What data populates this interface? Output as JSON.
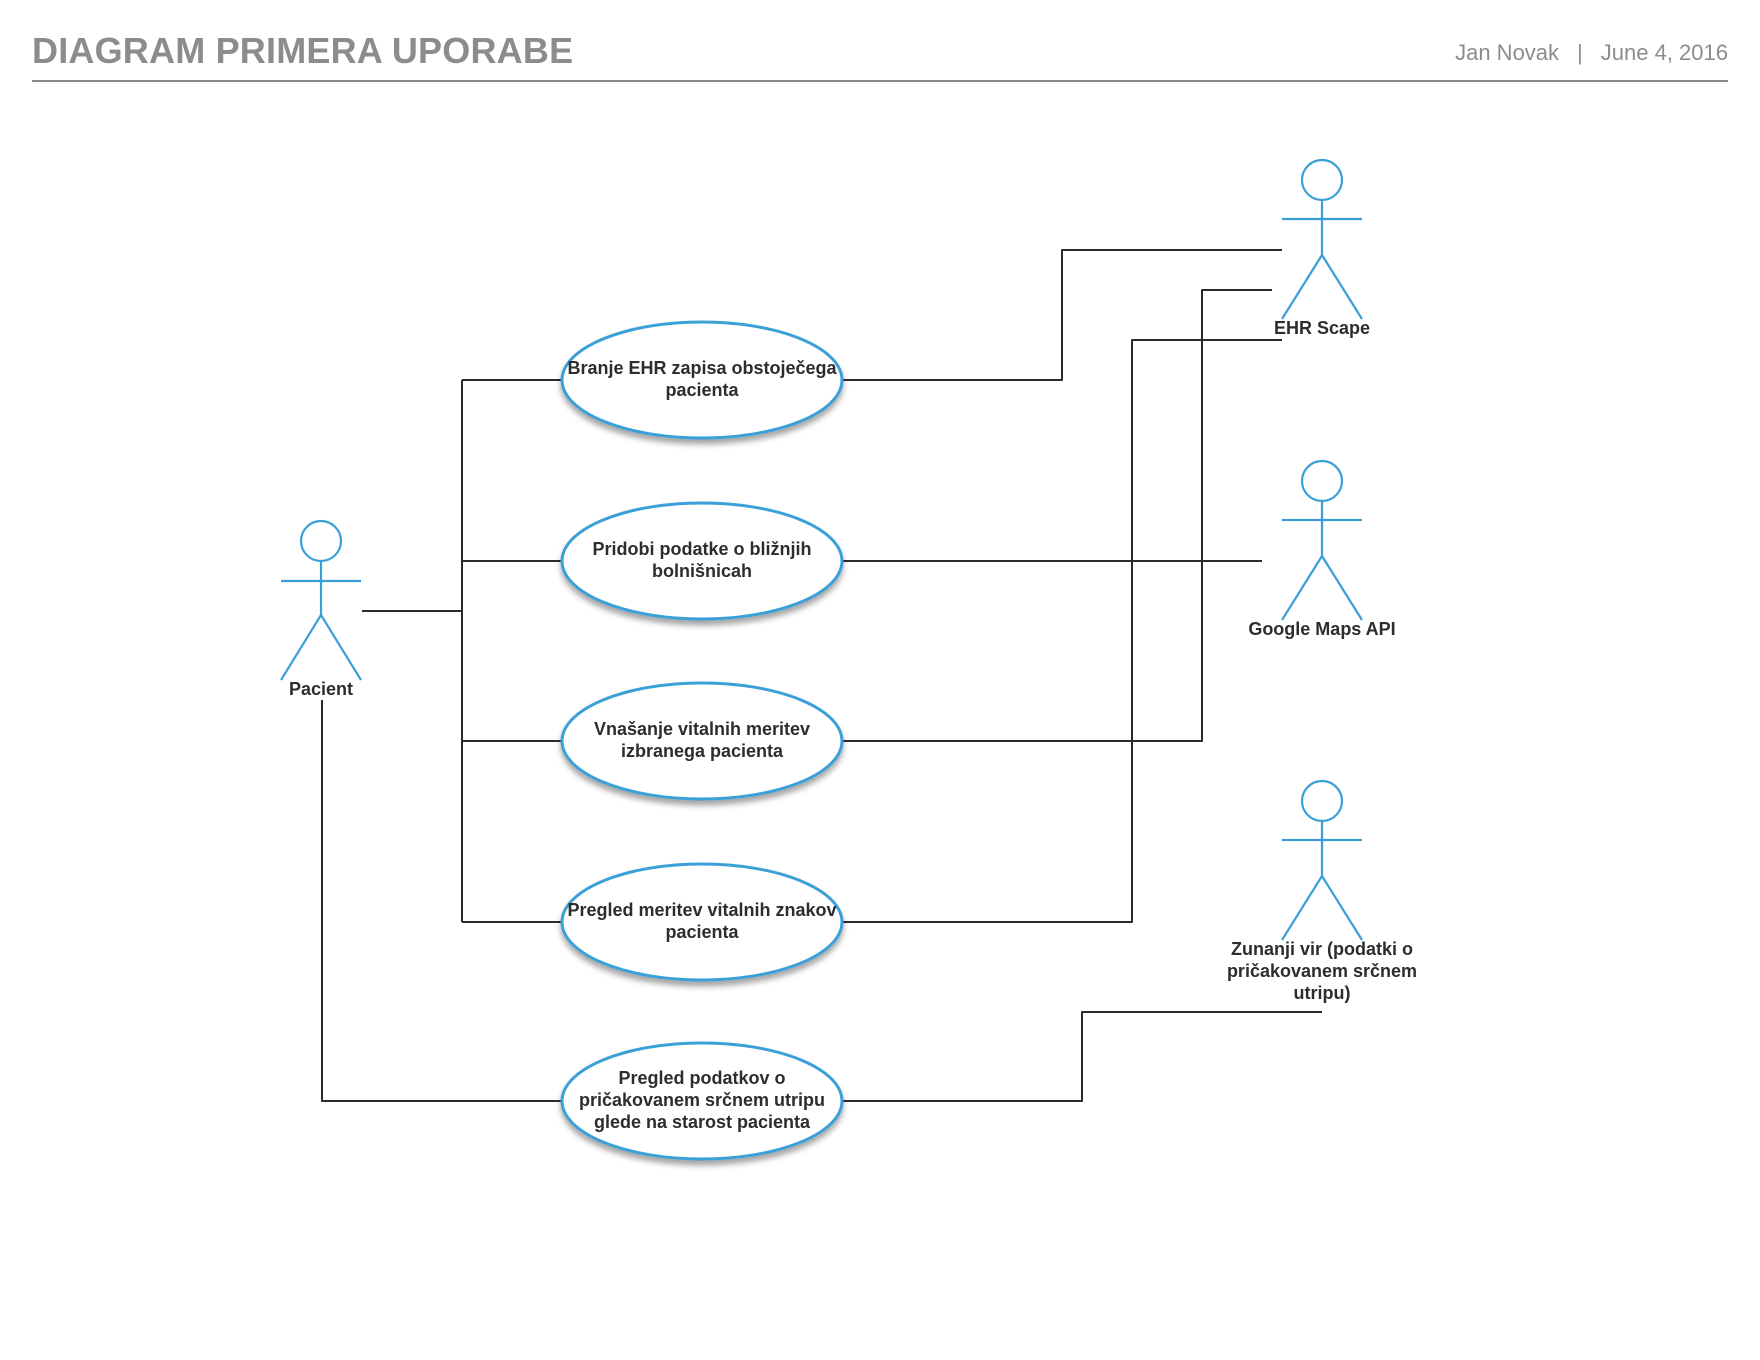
{
  "header": {
    "title": "DIAGRAM PRIMERA UPORABE",
    "author": "Jan Novak",
    "separator": "|",
    "date": "June 4, 2016"
  },
  "colors": {
    "accent": "#3a9fd8",
    "line": "#2b2b2b",
    "title": "#8c8c8c"
  },
  "actors": {
    "pacient": {
      "label": "Pacient"
    },
    "ehr_scape": {
      "label": "EHR Scape"
    },
    "google_maps": {
      "label": "Google Maps API"
    },
    "zunanji_vir": {
      "line1": "Zunanji vir (podatki o",
      "line2": "pričakovanem srčnem",
      "line3": "utripu)"
    }
  },
  "use_cases": {
    "branje": {
      "line1": "Branje EHR zapisa obstoječega",
      "line2": "pacienta"
    },
    "pridobi": {
      "line1": "Pridobi podatke o bližnjih",
      "line2": "bolnišnicah"
    },
    "vnasanje": {
      "line1": "Vnašanje vitalnih meritev",
      "line2": "izbranega pacienta"
    },
    "pregled_meritev": {
      "line1": "Pregled meritev vitalnih znakov",
      "line2": "pacienta"
    },
    "pregled_podatkov": {
      "line1": "Pregled podatkov o",
      "line2": "pričakovanem srčnem utripu",
      "line3": "glede na starost pacienta"
    }
  }
}
